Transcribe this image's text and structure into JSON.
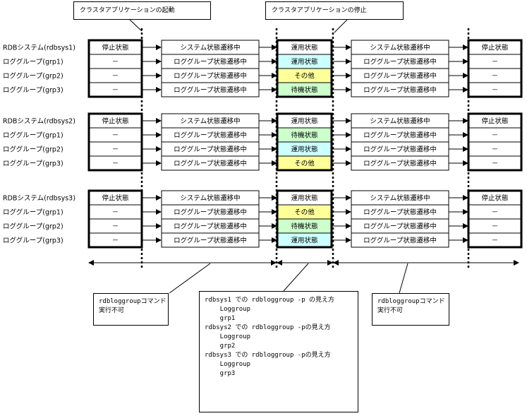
{
  "callouts": {
    "start": "クラスタアプリケーションの起動",
    "stop": "クラスタアプリケーションの停止"
  },
  "groups": [
    {
      "rows": [
        {
          "label": "RDBシステム(rdbsys1)",
          "c1": "停止状態",
          "c2": "システム状態遷移中",
          "c3": "運用状態",
          "c3_color": "#ffffff",
          "c4": "システム状態遷移中",
          "c5": "停止状態"
        },
        {
          "label": "ロググループ(grp1)",
          "c1": "－",
          "c2": "ロググループ状態遷移中",
          "c3": "運用状態",
          "c3_color": "#ccffff",
          "c4": "ロググループ状態遷移中",
          "c5": "－"
        },
        {
          "label": "ロググループ(grp2)",
          "c1": "－",
          "c2": "ロググループ状態遷移中",
          "c3": "その他",
          "c3_color": "#ffff99",
          "c4": "ロググループ状態遷移中",
          "c5": "－"
        },
        {
          "label": "ロググループ(grp3)",
          "c1": "－",
          "c2": "ロググループ状態遷移中",
          "c3": "待機状態",
          "c3_color": "#ccffcc",
          "c4": "ロググループ状態遷移中",
          "c5": "－"
        }
      ]
    },
    {
      "rows": [
        {
          "label": "RDBシステム(rdbsys2)",
          "c1": "停止状態",
          "c2": "システム状態遷移中",
          "c3": "運用状態",
          "c3_color": "#ffffff",
          "c4": "システム状態遷移中",
          "c5": "停止状態"
        },
        {
          "label": "ロググループ(grp1)",
          "c1": "－",
          "c2": "ロググループ状態遷移中",
          "c3": "待機状態",
          "c3_color": "#ccffcc",
          "c4": "ロググループ状態遷移中",
          "c5": "－"
        },
        {
          "label": "ロググループ(grp2)",
          "c1": "－",
          "c2": "ロググループ状態遷移中",
          "c3": "運用状態",
          "c3_color": "#ccffff",
          "c4": "ロググループ状態遷移中",
          "c5": "－"
        },
        {
          "label": "ロググループ(grp3)",
          "c1": "－",
          "c2": "ロググループ状態遷移中",
          "c3": "その他",
          "c3_color": "#ffff99",
          "c4": "ロググループ状態遷移中",
          "c5": "－"
        }
      ]
    },
    {
      "rows": [
        {
          "label": "RDBシステム(rdbsys3)",
          "c1": "停止状態",
          "c2": "システム状態遷移中",
          "c3": "運用状態",
          "c3_color": "#ffffff",
          "c4": "システム状態遷移中",
          "c5": "停止状態"
        },
        {
          "label": "ロググループ(grp1)",
          "c1": "－",
          "c2": "ロググループ状態遷移中",
          "c3": "その他",
          "c3_color": "#ffff99",
          "c4": "ロググループ状態遷移中",
          "c5": "－"
        },
        {
          "label": "ロググループ(grp2)",
          "c1": "－",
          "c2": "ロググループ状態遷移中",
          "c3": "待機状態",
          "c3_color": "#ccffcc",
          "c4": "ロググループ状態遷移中",
          "c5": "－"
        },
        {
          "label": "ロググループ(grp3)",
          "c1": "－",
          "c2": "ロググループ状態遷移中",
          "c3": "運用状態",
          "c3_color": "#ccffff",
          "c4": "ロググループ状態遷移中",
          "c5": "－"
        }
      ]
    }
  ],
  "notes": {
    "left": [
      "rdbloggroupコマンド",
      "実行不可"
    ],
    "right": [
      "rdbloggroupコマンド",
      "実行不可"
    ],
    "center": [
      "rdbsys1 での rdbloggroup -p の見え方",
      "    Loggroup",
      "    grp1",
      "",
      "rdbsys2 での rdbloggroup -pの見え方",
      "    Loggroup",
      "    grp2",
      "",
      "rdbsys3 での rdbloggroup -pの見え方",
      "    Loggroup",
      "    grp3"
    ]
  }
}
